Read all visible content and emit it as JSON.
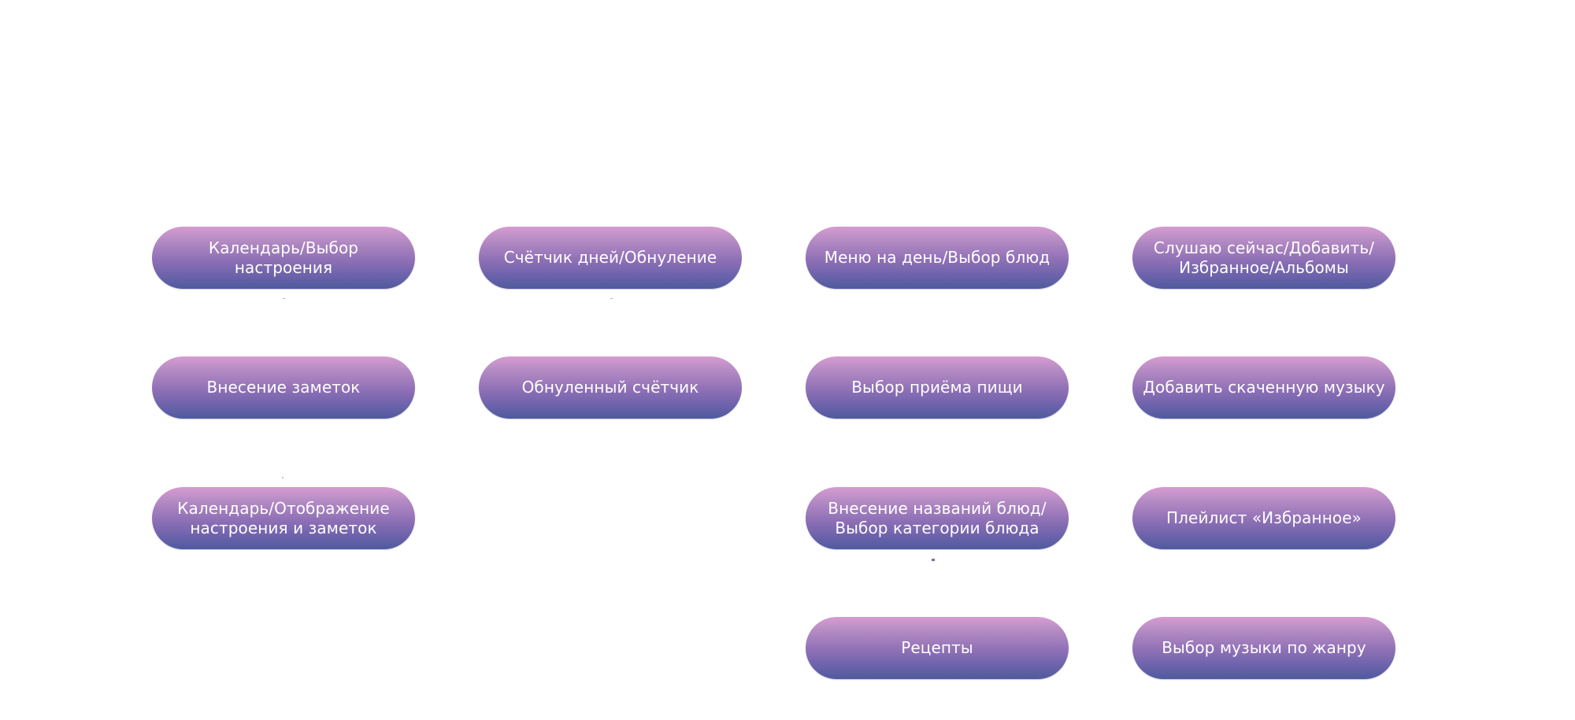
{
  "diagram": {
    "colors": {
      "gradient_top": "#d69cd1",
      "gradient_bottom": "#4f5a9d",
      "text": "#ffffff",
      "background": "#ffffff"
    },
    "columns": [
      {
        "name": "mood-calendar",
        "nodes": [
          {
            "label": "Календарь/Выбор настроения"
          },
          {
            "label": "Внесение заметок"
          },
          {
            "label": "Календарь/Отображение\nнастроения и заметок"
          }
        ]
      },
      {
        "name": "day-counter",
        "nodes": [
          {
            "label": "Счётчик дней/Обнуление"
          },
          {
            "label": "Обнуленный счётчик"
          }
        ]
      },
      {
        "name": "food-menu",
        "nodes": [
          {
            "label": "Меню на день/Выбор блюд"
          },
          {
            "label": "Выбор приёма пищи"
          },
          {
            "label": "Внесение названий блюд/\nВыбор категории блюда"
          },
          {
            "label": "Рецепты"
          }
        ]
      },
      {
        "name": "music",
        "nodes": [
          {
            "label": "Слушаю сейчас/Добавить/\nИзбранное/Альбомы"
          },
          {
            "label": "Добавить скаченную музыку"
          },
          {
            "label": "Плейлист «Избранное»"
          },
          {
            "label": "Выбор музыки по жанру"
          }
        ]
      }
    ]
  }
}
